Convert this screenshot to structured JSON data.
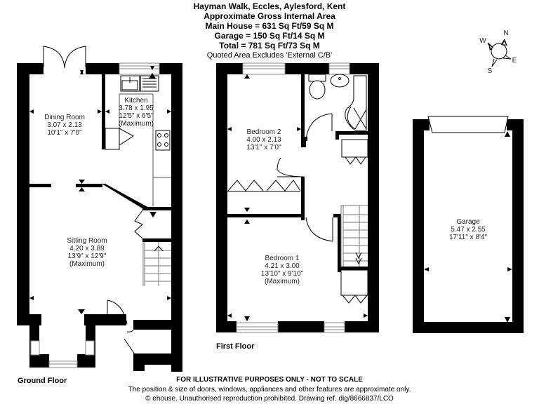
{
  "header": {
    "address": "Hayman Walk, Eccles, Aylesford, Kent",
    "area_title": "Approximate Gross Internal Area",
    "main_house": "Main House = 631 Sq Ft/59 Sq M",
    "garage": "Garage = 150 Sq Ft/14 Sq M",
    "total": "Total = 781 Sq Ft/73 Sq M",
    "note": "Quoted Area Excludes 'External C/B'"
  },
  "compass": {
    "n": "N",
    "e": "E",
    "s": "S",
    "w": "W"
  },
  "floors": {
    "ground": {
      "label": "Ground Floor",
      "rooms": [
        {
          "name": "Dining Room",
          "metric": "3.07 x 2.13",
          "imperial": "10'1\" x 7'0\"",
          "note": ""
        },
        {
          "name": "Kitchen",
          "metric": "3.78 x 1.95",
          "imperial": "12'5\" x 6'5\"",
          "note": "(Maximum)"
        },
        {
          "name": "Sitting Room",
          "metric": "4.20 x 3.89",
          "imperial": "13'9\" x 12'9\"",
          "note": "(Maximum)"
        }
      ]
    },
    "first": {
      "label": "First Floor",
      "rooms": [
        {
          "name": "Bedroom 2",
          "metric": "4.00 x 2.13",
          "imperial": "13'1\" x 7'0\"",
          "note": ""
        },
        {
          "name": "Bedroom 1",
          "metric": "4.21 x 3.00",
          "imperial": "13'10\" x 9'10\"",
          "note": "(Maximum)"
        }
      ]
    },
    "garage": {
      "rooms": [
        {
          "name": "Garage",
          "metric": "5.47 x 2.55",
          "imperial": "17'11\" x 8'4\"",
          "note": ""
        }
      ]
    }
  },
  "footer": {
    "disclaimer": "FOR ILLUSTRATIVE PURPOSES ONLY - NOT TO SCALE",
    "approx": "The position & size of doors, windows, appliances and other features are approximate only.",
    "copyright": "© ehouse. Unauthorised reproduction prohibited. Drawing ref. dig/8666837/LCO"
  }
}
